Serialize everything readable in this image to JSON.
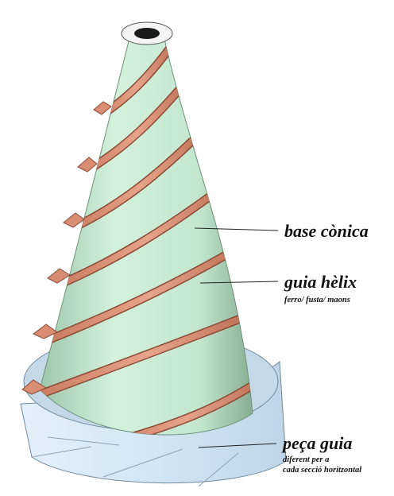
{
  "labels": {
    "base_conica": "base cònica",
    "guia_helix": "guia hèlix",
    "guia_helix_sub": "ferro/ fusta/ maons",
    "peca_guia": "peça guia",
    "peca_guia_sub1": "diferent per a",
    "peca_guia_sub2": "cada secció horitzontal"
  },
  "colors": {
    "cone_fill": "#c9ecd3",
    "cone_shadow": "#8fb89c",
    "helix_fill": "#d98d72",
    "helix_edge": "#8a4a36",
    "base_fill": "#d6e8f6",
    "base_edge": "#6f8a9e",
    "top_ring": "#f4f4f4"
  },
  "icons": [
    "conical-tower-illustration"
  ]
}
